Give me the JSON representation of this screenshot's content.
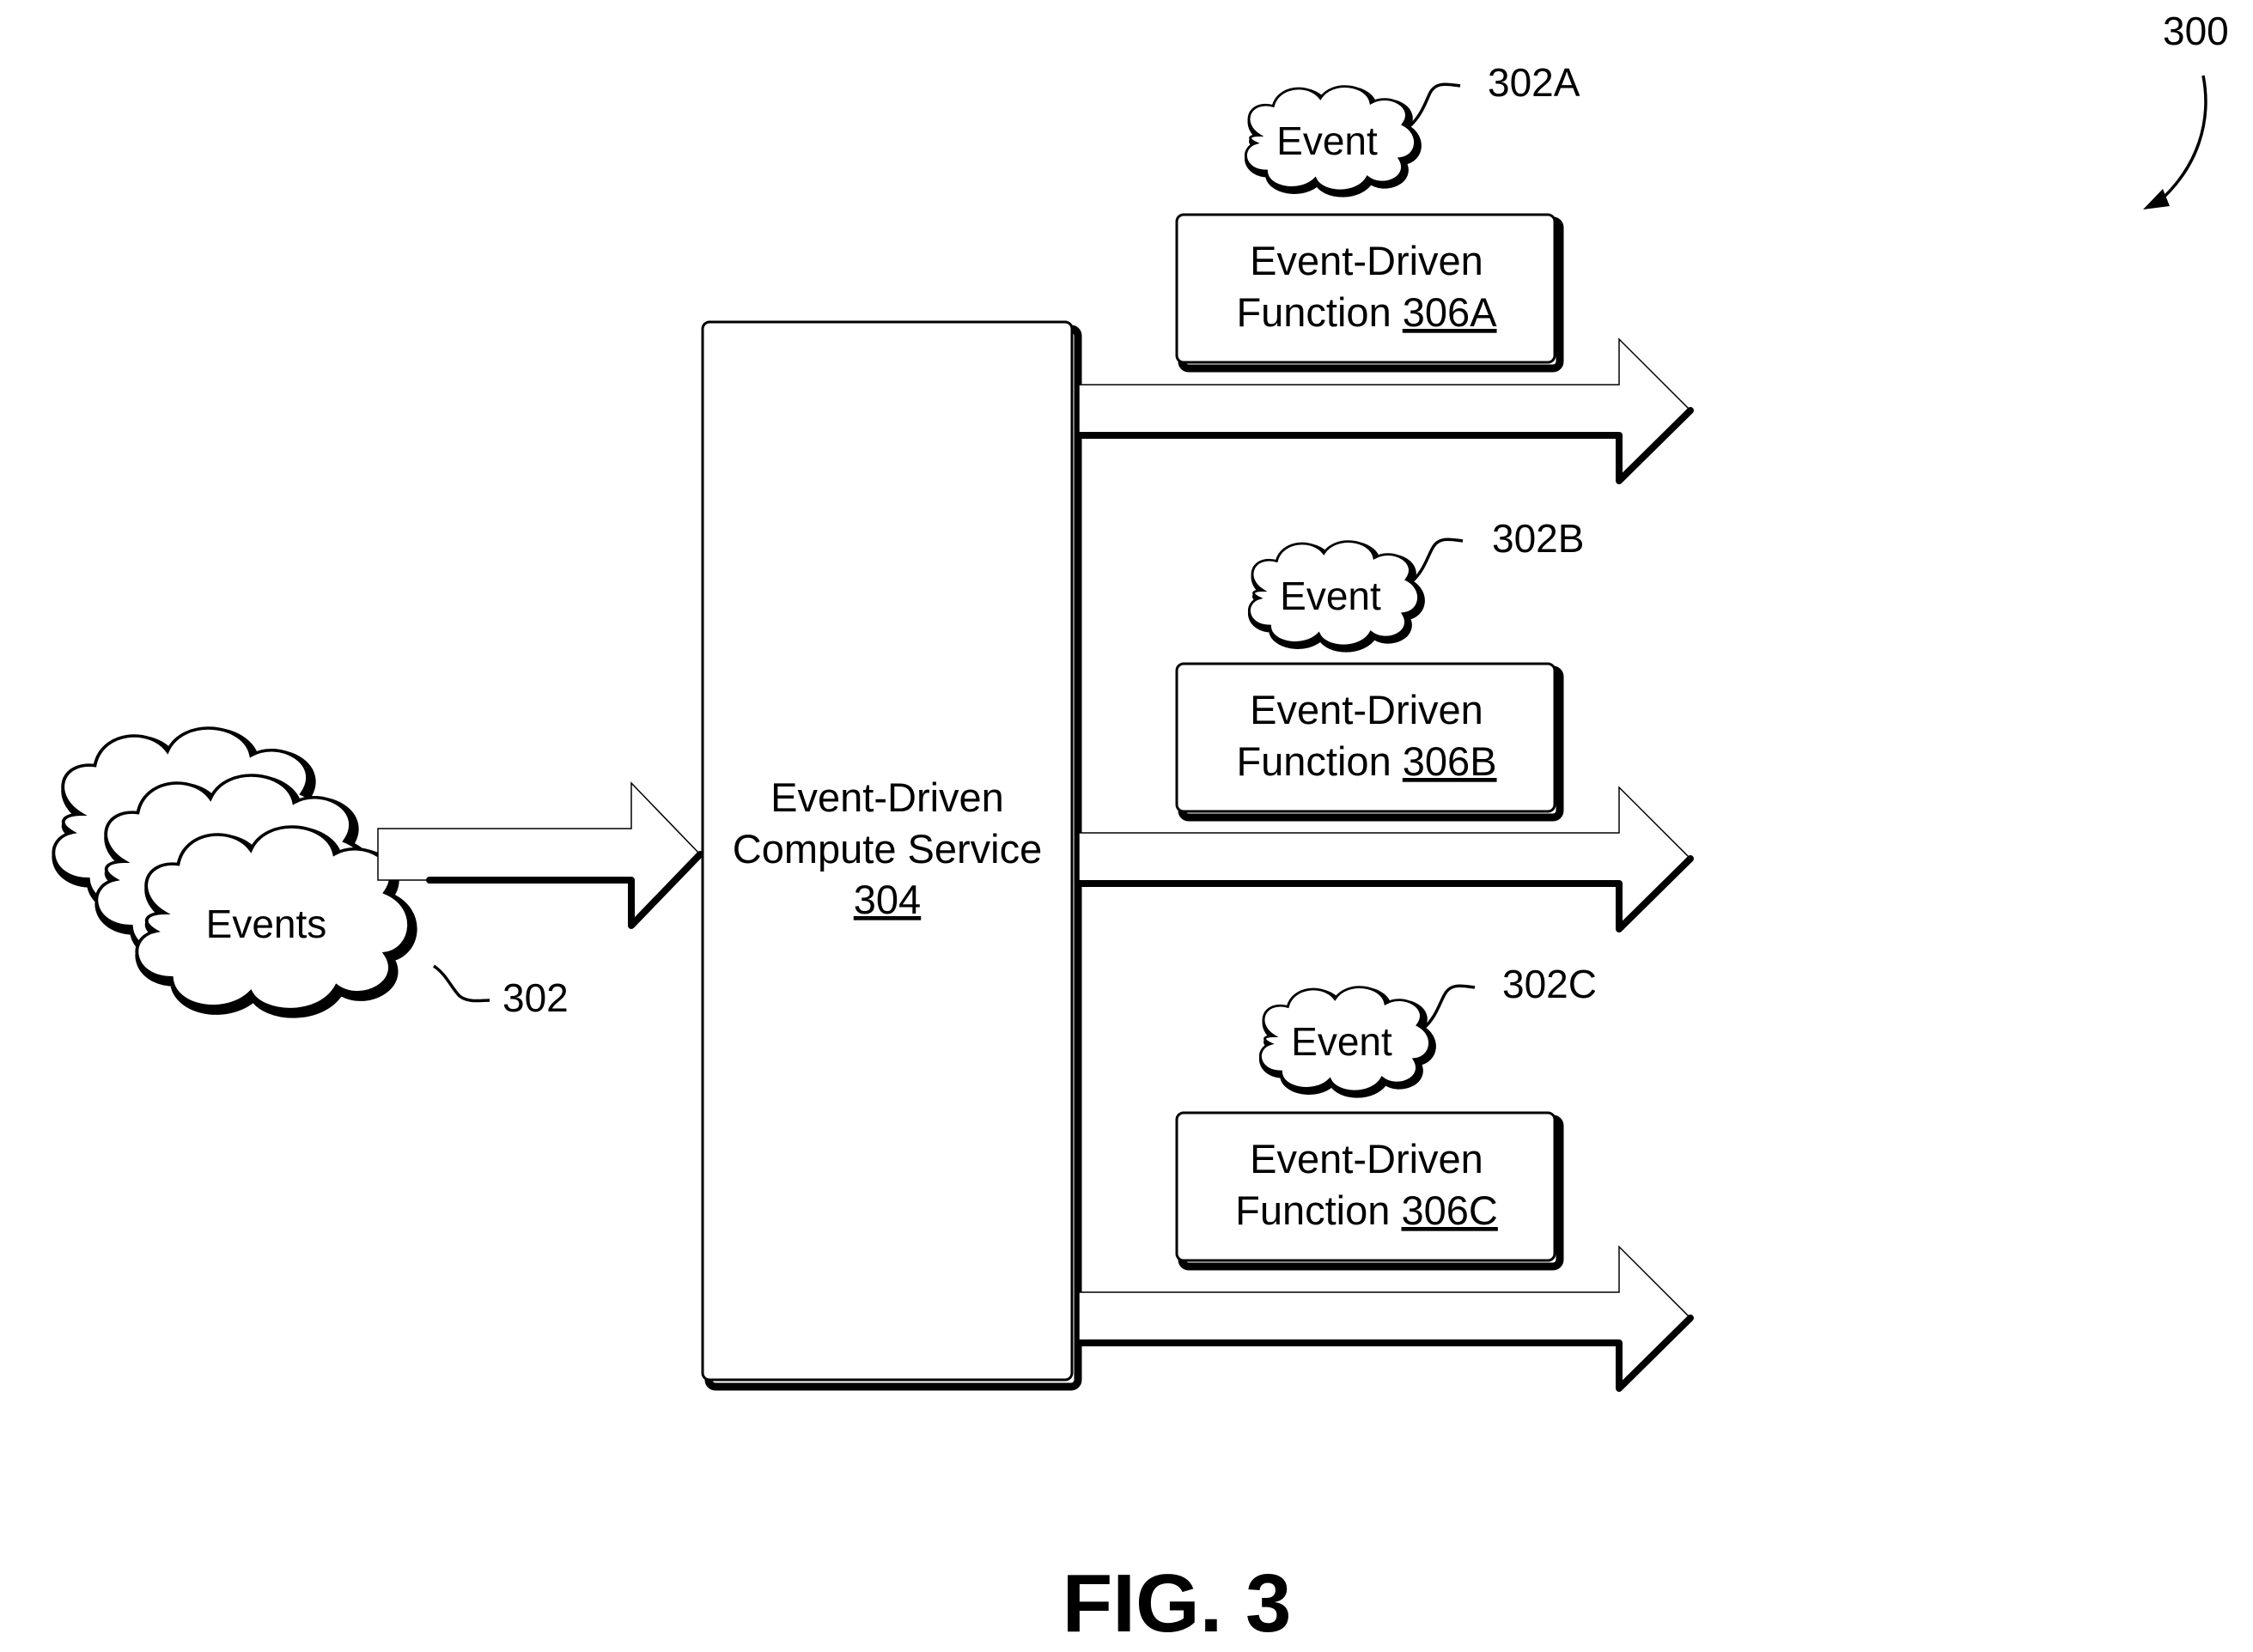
{
  "figure": {
    "ref": "300",
    "caption": "FIG. 3"
  },
  "events_source": {
    "label": "Events",
    "ref": "302"
  },
  "service": {
    "line1": "Event-Driven",
    "line2": "Compute Service",
    "ref": "304"
  },
  "functions": [
    {
      "event_label": "Event",
      "event_ref": "302A",
      "line1": "Event-Driven",
      "line2": "Function",
      "ref": "306A"
    },
    {
      "event_label": "Event",
      "event_ref": "302B",
      "line1": "Event-Driven",
      "line2": "Function",
      "ref": "306B"
    },
    {
      "event_label": "Event",
      "event_ref": "302C",
      "line1": "Event-Driven",
      "line2": "Function",
      "ref": "306C"
    }
  ]
}
